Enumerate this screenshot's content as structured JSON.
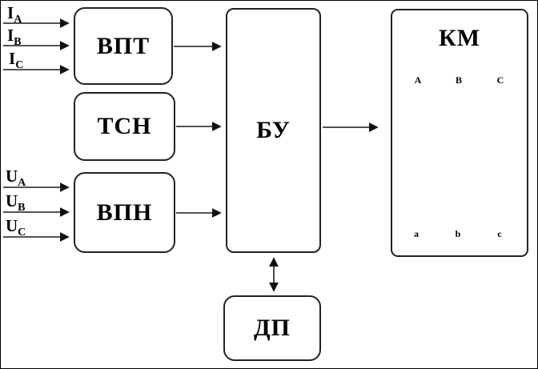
{
  "diagram": {
    "blocks": {
      "vpt": {
        "label": "ВПТ"
      },
      "tsn": {
        "label": "ТСН"
      },
      "vpn": {
        "label": "ВПН"
      },
      "bu": {
        "label": "БУ"
      },
      "km": {
        "label": "КМ"
      },
      "dp": {
        "label": "ДП"
      }
    },
    "current_inputs": [
      {
        "main": "I",
        "sub": "A"
      },
      {
        "main": "I",
        "sub": "B"
      },
      {
        "main": "I",
        "sub": "C"
      }
    ],
    "voltage_inputs": [
      {
        "main": "U",
        "sub": "A"
      },
      {
        "main": "U",
        "sub": "B"
      },
      {
        "main": "U",
        "sub": "C"
      }
    ],
    "contactor": {
      "phases_top": [
        "A",
        "B",
        "C"
      ],
      "phases_bottom": [
        "a",
        "b",
        "c"
      ]
    },
    "colors": {
      "line": "#1a1a1a",
      "border": "#222222",
      "background": "#ffffff"
    }
  }
}
